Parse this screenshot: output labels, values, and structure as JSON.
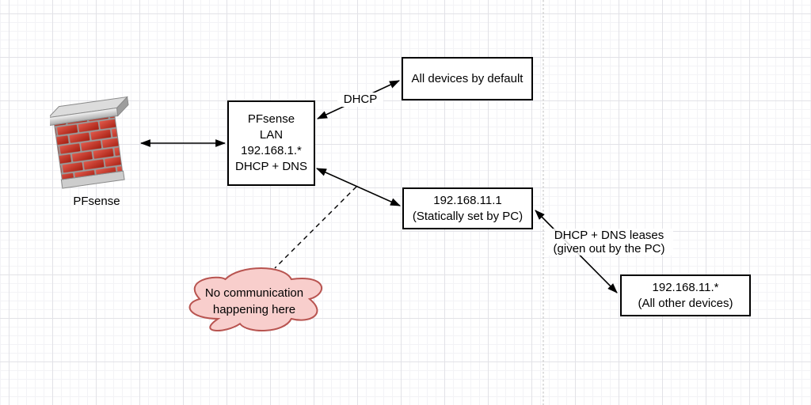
{
  "colors": {
    "edge_stroke": "#000000",
    "box_fill": "#ffffff",
    "box_stroke": "#000000",
    "cloud_fill": "#f8cecc",
    "cloud_stroke": "#b85450",
    "brick_red_light": "#e05a4d",
    "brick_red_dark": "#a31d10",
    "mortar_gray": "#9a9a9a",
    "cap_gray": "#dcdcdc",
    "grid_minor": "#f3f3f6",
    "grid_major": "#e2e2e7",
    "page_boundary": "#bdbdbd"
  },
  "diagram": {
    "firewall": {
      "label": "PFsense"
    },
    "lan_box": {
      "lines": [
        "PFsense",
        "LAN",
        "192.168.1.*",
        "DHCP + DNS"
      ]
    },
    "all_devices_box": {
      "label": "All devices by default"
    },
    "static_pc_box": {
      "lines": [
        "192.168.11.1",
        "(Statically set by PC)"
      ]
    },
    "other_devices_box": {
      "lines": [
        "192.168.11.*",
        "(All other devices)"
      ]
    },
    "cloud": {
      "lines": [
        "No communication",
        "happening here"
      ]
    },
    "edge_labels": {
      "dhcp": "DHCP",
      "leases": {
        "lines": [
          "DHCP + DNS leases",
          "(given out by the PC)"
        ]
      }
    }
  }
}
